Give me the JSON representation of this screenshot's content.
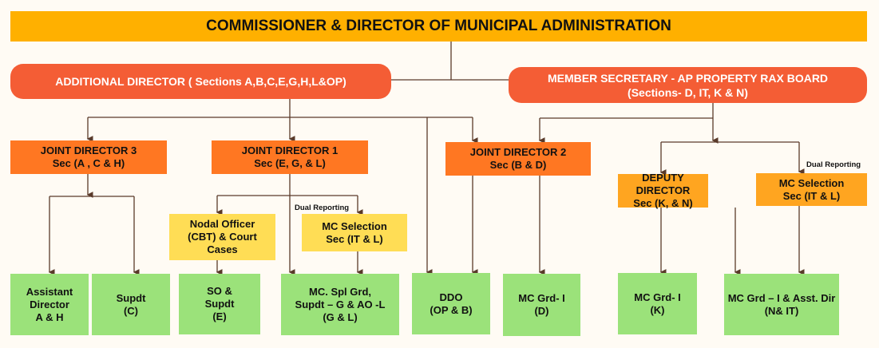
{
  "title": "COMMISSIONER & DIRECTOR OF MUNICIPAL ADMINISTRATION",
  "additional_director": "ADDITIONAL DIRECTOR ( Sections A,B,C,E,G,H,L&OP)",
  "member_secretary": [
    "MEMBER SECRETARY - AP PROPERTY RAX BOARD",
    "(Sections- D, IT, K & N)"
  ],
  "joint_director_3": [
    "JOINT DIRECTOR 3",
    "Sec (A , C & H)"
  ],
  "joint_director_1": [
    "JOINT DIRECTOR 1",
    "Sec (E, G, & L)"
  ],
  "joint_director_2": [
    "JOINT DIRECTOR 2",
    "Sec (B & D)"
  ],
  "deputy_director": [
    "DEPUTY DIRECTOR",
    "Sec (K, & N)"
  ],
  "mc_selection_right": [
    "MC Selection",
    "Sec (IT & L)"
  ],
  "nodal_officer": [
    "Nodal Officer",
    "(CBT) & Court",
    "Cases"
  ],
  "mc_selection_jd1": [
    "MC Selection",
    "Sec (IT & L)"
  ],
  "dual_reporting": "Dual Reporting",
  "leaves": [
    [
      "Assistant",
      "Director",
      "A & H"
    ],
    [
      "Supdt",
      "(C)"
    ],
    [
      "SO &",
      "Supdt",
      "(E)"
    ],
    [
      "MC. Spl Grd,",
      "Supdt – G & AO -L",
      "(G & L)"
    ],
    [
      "DDO",
      "(OP & B)"
    ],
    [
      "MC Grd- I",
      "(D)"
    ],
    [
      "MC Grd- I",
      "(K)"
    ],
    [
      "MC Grd – I & Asst. Dir",
      "(N& IT)"
    ]
  ],
  "colors": {
    "top": "#ffb000",
    "pill": "#f45d35",
    "joint": "#ff7722",
    "deputy": "#ffa520",
    "yellow": "#ffdd55",
    "green": "#9be27a",
    "line": "#5a3a2a"
  }
}
